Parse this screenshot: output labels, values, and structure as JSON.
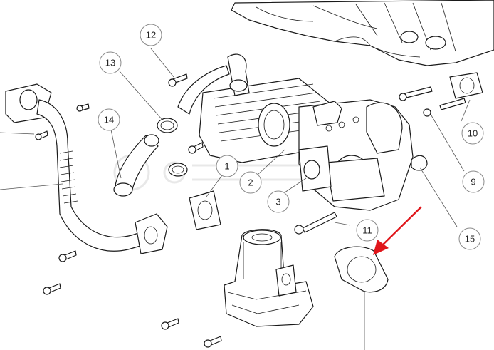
{
  "diagram": {
    "callouts": [
      "1",
      "2",
      "3",
      "9",
      "10",
      "11",
      "12",
      "13",
      "14",
      "15"
    ],
    "arrow_color": "#e0161b",
    "line_color": "#1a1a1a",
    "callout_border_color": "#8a8a8a"
  }
}
